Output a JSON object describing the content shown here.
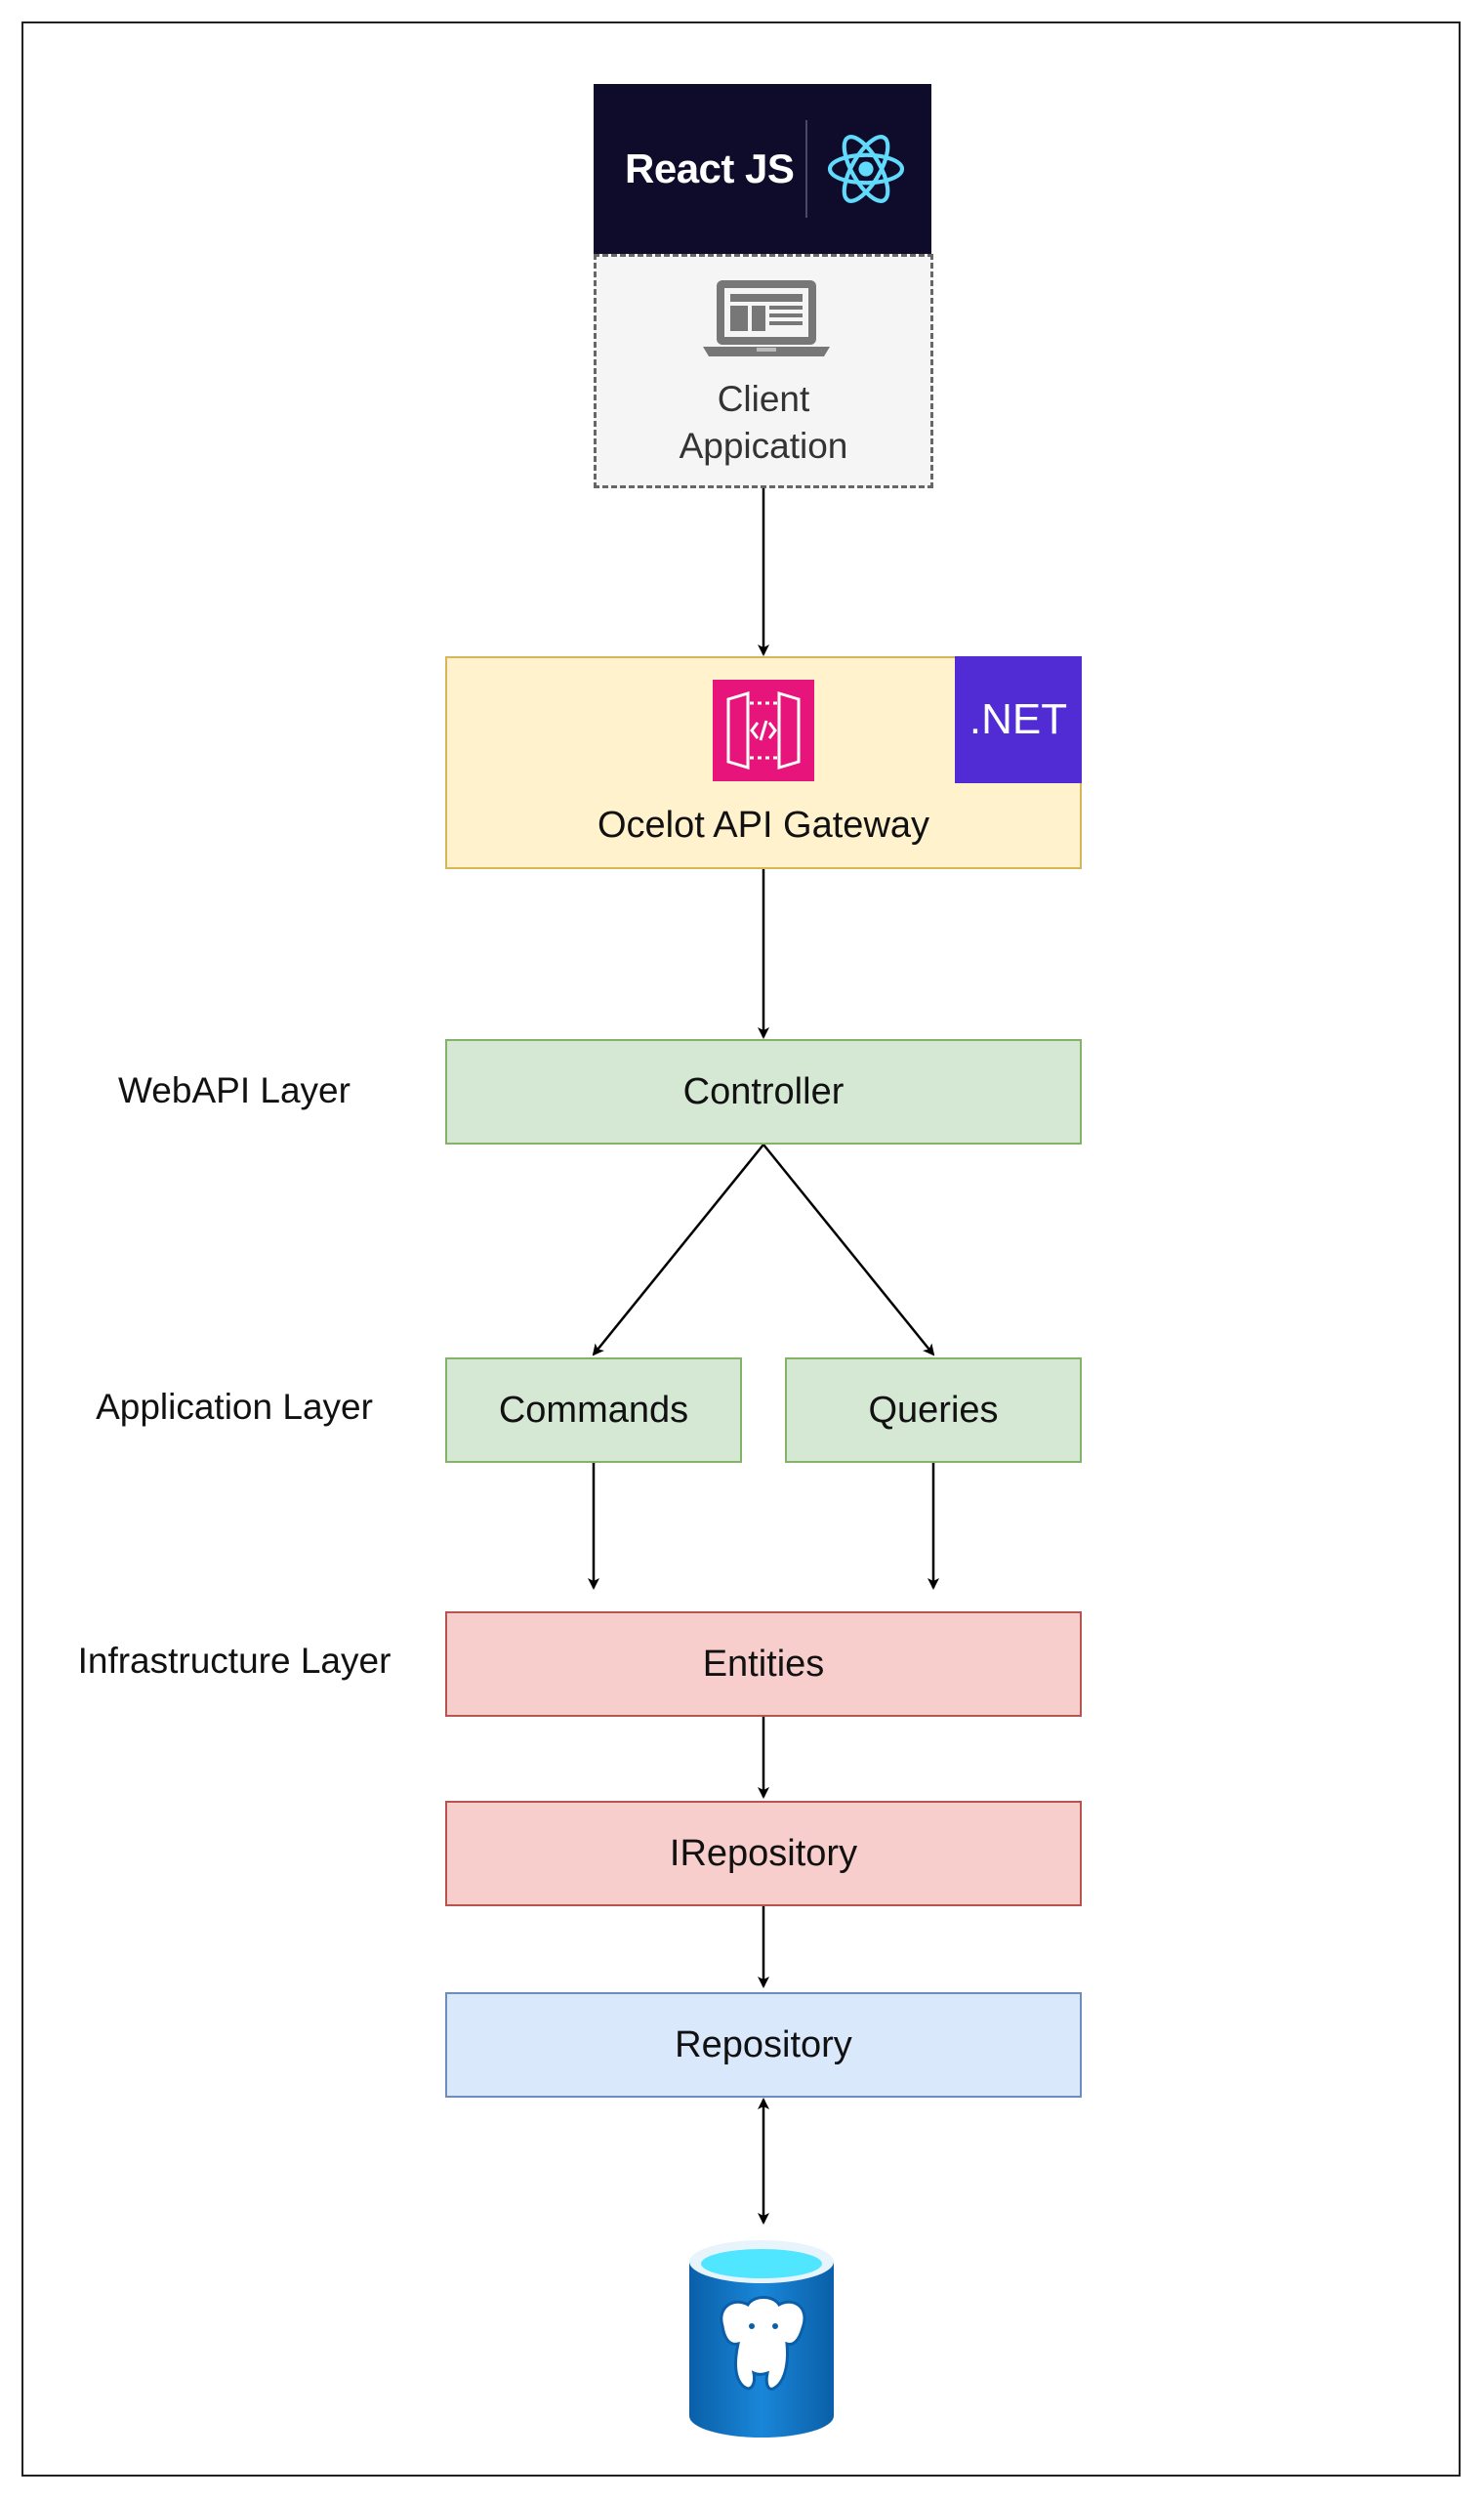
{
  "header": {
    "react_label": "React JS"
  },
  "client": {
    "label_line1": "Client",
    "label_line2": "Appication"
  },
  "gateway": {
    "label": "Ocelot API Gateway",
    "badge": ".NET"
  },
  "layers": {
    "webapi": "WebAPI Layer",
    "application": "Application Layer",
    "infrastructure": "Infrastructure Layer"
  },
  "nodes": {
    "controller": "Controller",
    "commands": "Commands",
    "queries": "Queries",
    "entities": "Entities",
    "irepository": "IRepository",
    "repository": "Repository"
  },
  "icons": {
    "react": "react-atom-icon",
    "laptop": "laptop-icon",
    "api_gateway": "api-gateway-icon",
    "database": "postgresql-database-icon"
  },
  "colors": {
    "react_bg": "#0e0b2b",
    "react_atom": "#61dafb",
    "net_purple": "#512bd4",
    "gateway_pink": "#e7157b",
    "green_fill": "#d5e8d4",
    "red_fill": "#f8cecc",
    "blue_fill": "#dae8fc",
    "yellow_fill": "#fff2cc",
    "db_blue": "#0a6ebd"
  }
}
